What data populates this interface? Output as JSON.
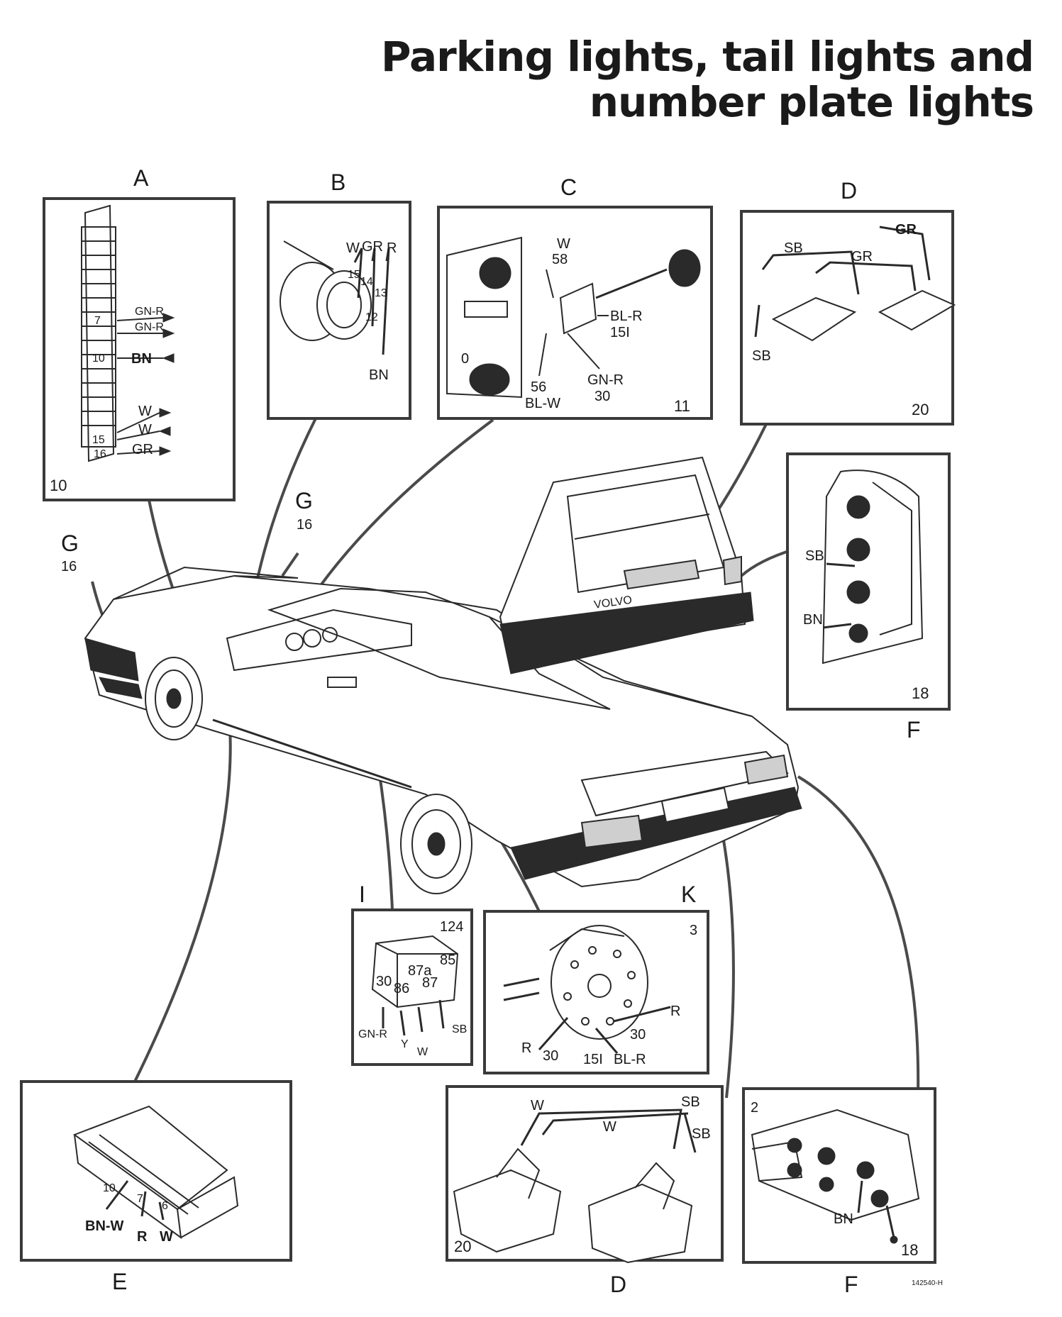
{
  "title": {
    "line1": "Parking lights, tail lights and",
    "line2": "number plate lights"
  },
  "panels": {
    "A": {
      "letter": "A",
      "number": "10",
      "pins": [
        "7",
        "10",
        "15",
        "16"
      ],
      "wires": [
        "GN-R",
        "GN-R",
        "BN",
        "W",
        "W",
        "GR"
      ]
    },
    "B": {
      "letter": "B",
      "wires": [
        "W",
        "GR",
        "R",
        "BN"
      ],
      "pins": [
        "15",
        "14",
        "13",
        "12"
      ]
    },
    "C": {
      "letter": "C",
      "number": "11",
      "labels": [
        "W",
        "58",
        "BL-R",
        "15I",
        "GN-R",
        "30",
        "56",
        "BL-W",
        "0"
      ]
    },
    "D_top": {
      "letter": "D",
      "number": "20",
      "wires": [
        "GR",
        "SB",
        "GR",
        "SB"
      ]
    },
    "F_right": {
      "letter": "F",
      "number": "18",
      "wires": [
        "SB",
        "BN"
      ]
    },
    "G_front": {
      "letter": "G",
      "number": "16"
    },
    "G_roof": {
      "letter": "G",
      "number": "16"
    },
    "I": {
      "letter": "I",
      "number": "124",
      "terminals": [
        "87a",
        "85",
        "30",
        "86",
        "87"
      ],
      "wires": [
        "GN-R",
        "Y",
        "W",
        "SB"
      ]
    },
    "K": {
      "letter": "K",
      "number": "3",
      "labels": [
        "R",
        "30",
        "R",
        "30",
        "15I",
        "BL-R"
      ]
    },
    "E": {
      "letter": "E",
      "pins": [
        "10",
        "7",
        "6"
      ],
      "wires": [
        "BN-W",
        "R",
        "W"
      ]
    },
    "D_bottom": {
      "letter": "D",
      "number": "20",
      "wires": [
        "W",
        "SB",
        "W",
        "SB"
      ]
    },
    "F_bottom": {
      "letter": "F",
      "number": "2",
      "number2": "18",
      "wires": [
        "BN"
      ]
    }
  },
  "car": {
    "badge": "VOLVO"
  },
  "footer": {
    "code": "142540-H"
  },
  "colors": {
    "ink": "#1a1a1a",
    "frame": "#3a3a3a",
    "paper": "#ffffff"
  }
}
